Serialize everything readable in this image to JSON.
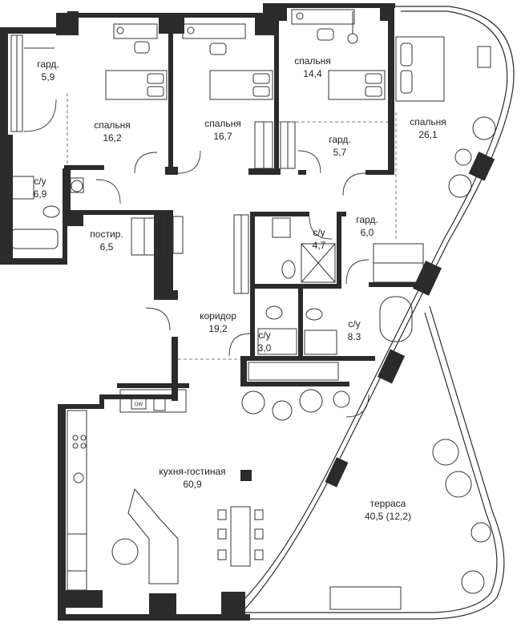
{
  "rooms": [
    {
      "id": "wardrobe-1",
      "name": "гард.",
      "area": "5,9"
    },
    {
      "id": "bedroom-1",
      "name": "спальня",
      "area": "16,2"
    },
    {
      "id": "bedroom-2",
      "name": "спальня",
      "area": "16,7"
    },
    {
      "id": "bedroom-3",
      "name": "спальня",
      "area": "14,4"
    },
    {
      "id": "bedroom-master",
      "name": "спальня",
      "area": "26,1"
    },
    {
      "id": "wardrobe-2",
      "name": "гард.",
      "area": "5,7"
    },
    {
      "id": "bathroom-1",
      "name": "с/у",
      "area": "6,9"
    },
    {
      "id": "laundry",
      "name": "постир.",
      "area": "6,5"
    },
    {
      "id": "bathroom-2",
      "name": "с/у",
      "area": "4,7"
    },
    {
      "id": "wardrobe-3",
      "name": "гард.",
      "area": "6,0"
    },
    {
      "id": "corridor",
      "name": "коридор",
      "area": "19,2"
    },
    {
      "id": "bathroom-3",
      "name": "с/у",
      "area": "3,0"
    },
    {
      "id": "bathroom-4",
      "name": "с/у",
      "area": "8.3"
    },
    {
      "id": "kitchen-living",
      "name": "кухня-гостиная",
      "area": "60,9"
    },
    {
      "id": "terrace",
      "name": "терраса",
      "area": "40,5 (12,2)"
    }
  ],
  "appliance": {
    "dishwasher": "DW"
  }
}
